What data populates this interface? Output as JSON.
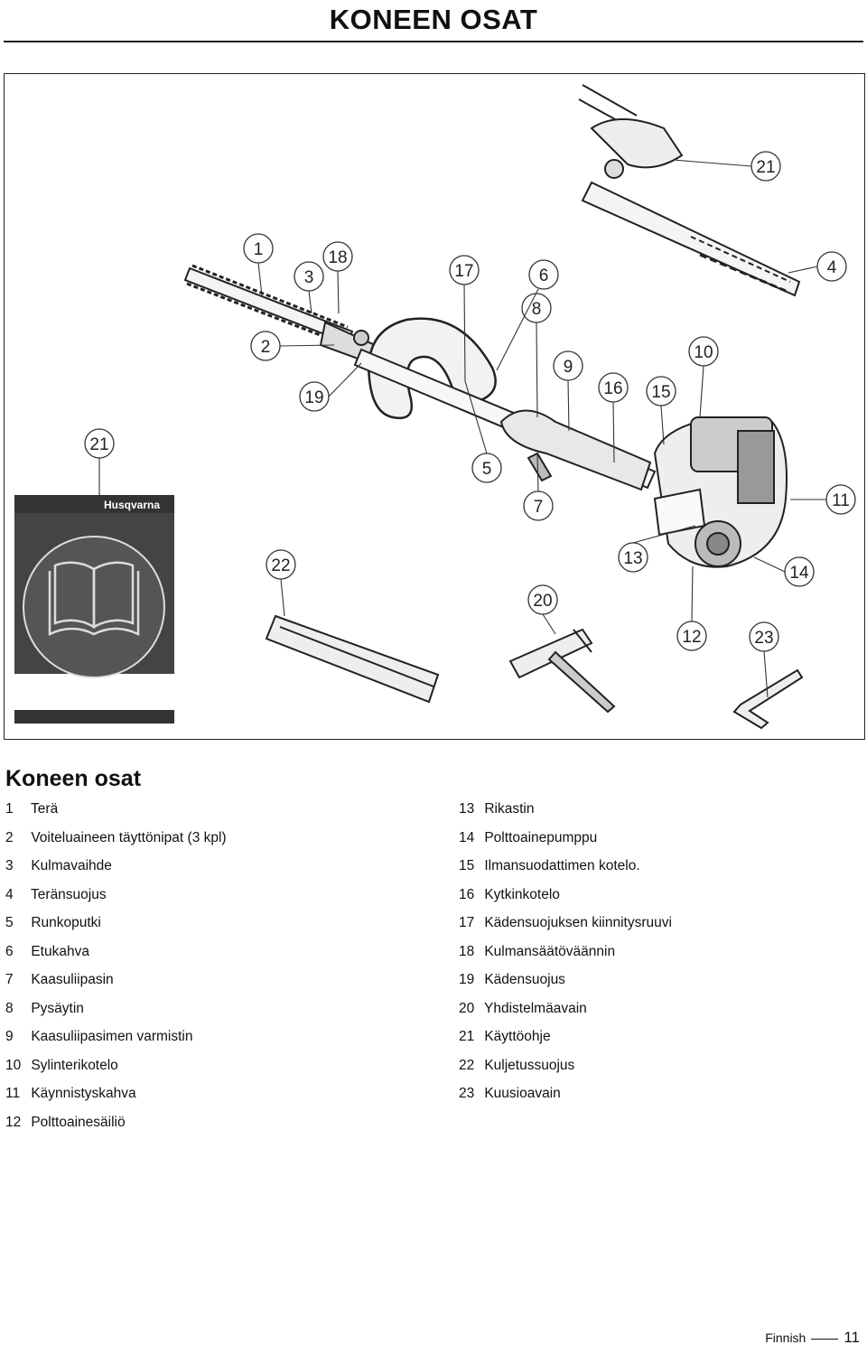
{
  "header": {
    "title": "KONEEN OSAT"
  },
  "figure": {
    "callouts": [
      "1",
      "2",
      "3",
      "4",
      "5",
      "6",
      "7",
      "8",
      "9",
      "10",
      "11",
      "12",
      "13",
      "14",
      "15",
      "16",
      "17",
      "18",
      "19",
      "20",
      "21",
      "21",
      "22",
      "23"
    ],
    "manual_brand": "Husqvarna"
  },
  "section": {
    "title": "Koneen osat",
    "left_items": [
      {
        "num": "1",
        "label": "Terä"
      },
      {
        "num": "2",
        "label": "Voiteluaineen täyttönipat (3 kpl)"
      },
      {
        "num": "3",
        "label": "Kulmavaihde"
      },
      {
        "num": "4",
        "label": "Teränsuojus"
      },
      {
        "num": "5",
        "label": "Runkoputki"
      },
      {
        "num": "6",
        "label": "Etukahva"
      },
      {
        "num": "7",
        "label": "Kaasuliipasin"
      },
      {
        "num": "8",
        "label": "Pysäytin"
      },
      {
        "num": "9",
        "label": "Kaasuliipasimen varmistin"
      },
      {
        "num": "10",
        "label": "Sylinterikotelo"
      },
      {
        "num": "11",
        "label": "Käynnistyskahva"
      },
      {
        "num": "12",
        "label": "Polttoainesäiliö"
      }
    ],
    "right_items": [
      {
        "num": "13",
        "label": "Rikastin"
      },
      {
        "num": "14",
        "label": "Polttoainepumppu"
      },
      {
        "num": "15",
        "label": "Ilmansuodattimen kotelo."
      },
      {
        "num": "16",
        "label": "Kytkinkotelo"
      },
      {
        "num": "17",
        "label": "Kädensuojuksen kiinnitysruuvi"
      },
      {
        "num": "18",
        "label": "Kulmansäätöväännin"
      },
      {
        "num": "19",
        "label": "Kädensuojus"
      },
      {
        "num": "20",
        "label": "Yhdistelmäavain"
      },
      {
        "num": "21",
        "label": "Käyttöohje"
      },
      {
        "num": "22",
        "label": "Kuljetussuojus"
      },
      {
        "num": "23",
        "label": "Kuusioavain"
      }
    ]
  },
  "footer": {
    "language": "Finnish",
    "page_number": "11"
  }
}
